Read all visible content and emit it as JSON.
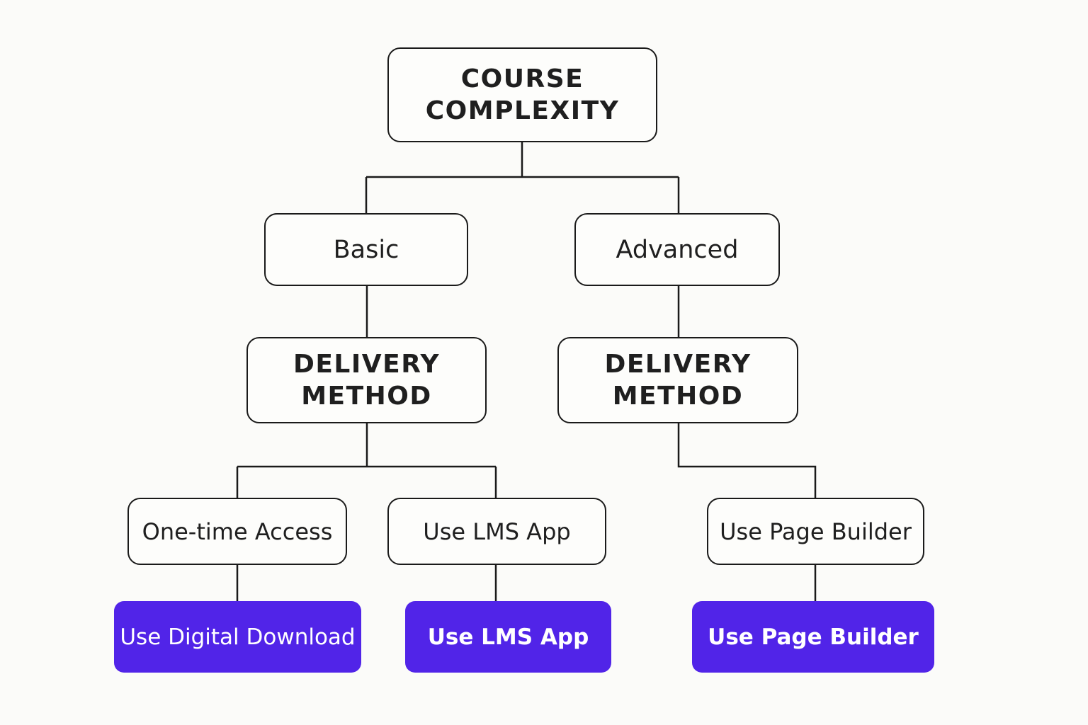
{
  "diagram": {
    "root": {
      "label": "COURSE\nCOMPLEXITY"
    },
    "branches": {
      "basic": {
        "label": "Basic"
      },
      "advanced": {
        "label": "Advanced"
      }
    },
    "delivery": {
      "left": {
        "label": "DELIVERY\nMETHOD"
      },
      "right": {
        "label": "DELIVERY\nMETHOD"
      }
    },
    "options": [
      {
        "label": "One-time Access"
      },
      {
        "label": "Use LMS App"
      },
      {
        "label": "Use Page Builder"
      }
    ],
    "results": [
      {
        "label": "Use Digital Download"
      },
      {
        "label": "Use LMS App"
      },
      {
        "label": "Use Page Builder"
      }
    ],
    "colors": {
      "result_fill": "#5124e8",
      "result_text": "#ffffff",
      "stroke": "#1a1a1a",
      "background": "#fbfbf9"
    }
  }
}
